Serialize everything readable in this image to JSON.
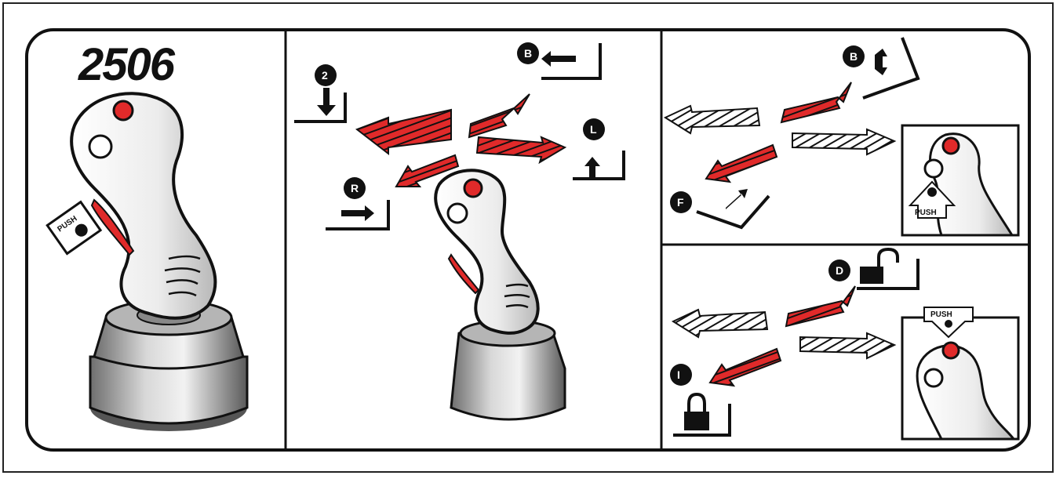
{
  "model_number": "2506",
  "push_labels": [
    "PUSH",
    "PUSH",
    "PUSH"
  ],
  "colors": {
    "accent_red": "#e02a2a",
    "outline": "#111111",
    "handle": "#eeeeee",
    "base": "#9a9a9a"
  }
}
